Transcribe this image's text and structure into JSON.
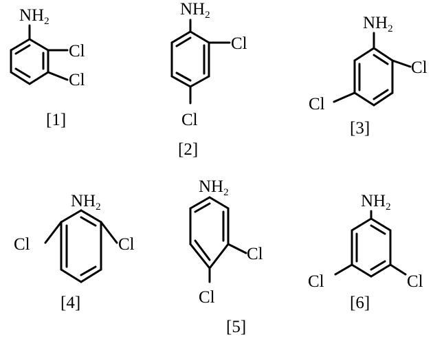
{
  "structures": [
    {
      "tag": "[1]",
      "amine": "NH",
      "amine_sub": "2",
      "chloro_a": "Cl",
      "chloro_b": "Cl"
    },
    {
      "tag": "[2]",
      "amine": "NH",
      "amine_sub": "2",
      "chloro_a": "Cl",
      "chloro_b": "Cl"
    },
    {
      "tag": "[3]",
      "amine": "NH",
      "amine_sub": "2",
      "chloro_a": "Cl",
      "chloro_b": "Cl"
    },
    {
      "tag": "[4]",
      "amine": "NH",
      "amine_sub": "2",
      "chloro_a": "Cl",
      "chloro_b": "Cl"
    },
    {
      "tag": "[5]",
      "amine": "NH",
      "amine_sub": "2",
      "chloro_a": "Cl",
      "chloro_b": "Cl"
    },
    {
      "tag": "[6]",
      "amine": "NH",
      "amine_sub": "2",
      "chloro_a": "Cl",
      "chloro_b": "Cl"
    }
  ]
}
